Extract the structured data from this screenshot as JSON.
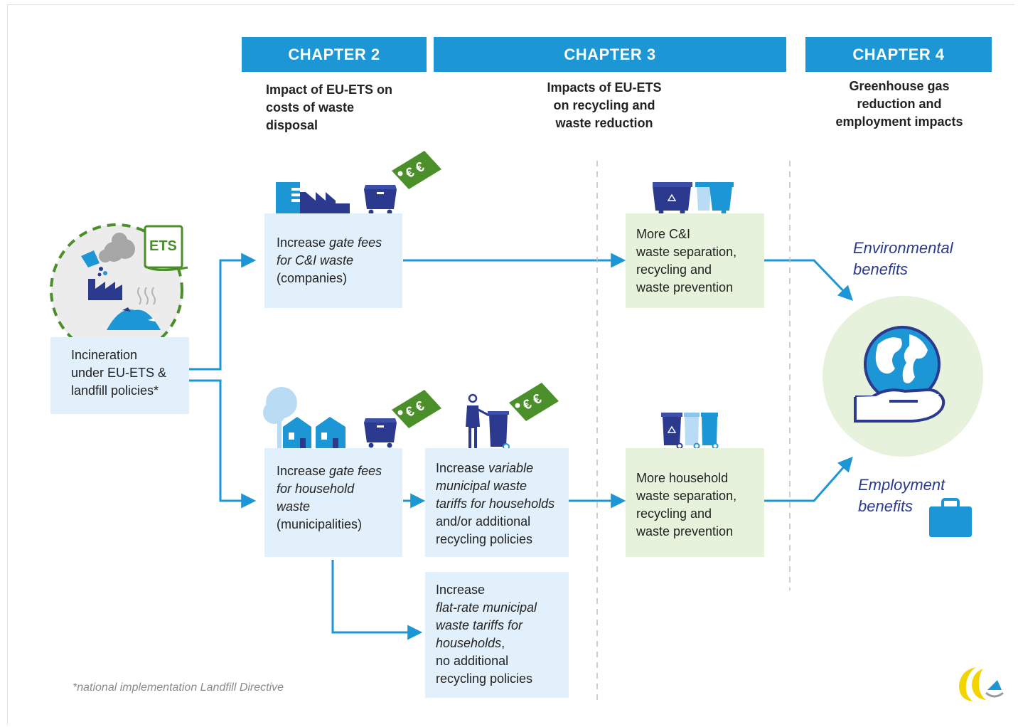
{
  "chapters": [
    {
      "title": "CHAPTER 2",
      "subtitle": "Impact of EU-ETS on costs of waste disposal"
    },
    {
      "title": "CHAPTER 3",
      "subtitle": "Impacts of EU-ETS on recycling and waste reduction"
    },
    {
      "title": "CHAPTER 4",
      "subtitle": "Greenhouse gas reduction and employment impacts"
    }
  ],
  "subtitles": {
    "ch2": [
      "Impact of EU-ETS on",
      "costs of waste",
      "disposal"
    ],
    "ch3": [
      "Impacts of EU-ETS",
      "on recycling and",
      "waste reduction"
    ],
    "ch4": [
      "Greenhouse gas",
      "reduction and",
      "employment impacts"
    ]
  },
  "source": {
    "ets_label": "ETS",
    "lines": [
      "Incineration",
      "under EU-ETS &",
      "landfill policies*"
    ]
  },
  "boxes": {
    "ci_gate": {
      "plain1": "Increase ",
      "italic1": "gate fees",
      "italic2": "for C&I waste",
      "plain2": "(companies)"
    },
    "hh_gate": {
      "plain1": "Increase ",
      "italic1": "gate fees",
      "italic2": "for household",
      "italic3": "waste",
      "plain2": "(municipalities)"
    },
    "variable": {
      "plain1": "Increase ",
      "italic1": "variable",
      "italic2": "municipal waste",
      "italic3": "tariffs for households",
      "plain2": "and/or  additional",
      "plain3": "recycling policies"
    },
    "flat": {
      "plain1": "Increase",
      "italic1": "flat-rate municipal",
      "italic2": "waste tariffs for",
      "italic3": "households",
      "plain2": ",",
      "plain3": "no additional",
      "plain4": "recycling policies"
    },
    "ci_result": [
      "More C&I",
      "waste separation,",
      "recycling and",
      "waste prevention"
    ],
    "hh_result": [
      "More household",
      "waste separation,",
      "recycling and",
      "waste prevention"
    ]
  },
  "price_tag": "€ €",
  "outcomes": {
    "environmental": [
      "Environmental",
      "benefits"
    ],
    "employment": [
      "Employment",
      "benefits"
    ]
  },
  "footnote": "*national implementation Landfill Directive",
  "colors": {
    "chapter_bg": "#1d96d6",
    "box_blue": "#e2f0fb",
    "box_green": "#e6f2db",
    "arrow": "#1d96d6",
    "navy": "#2b3a8f",
    "tag_green": "#4a8f2a"
  }
}
